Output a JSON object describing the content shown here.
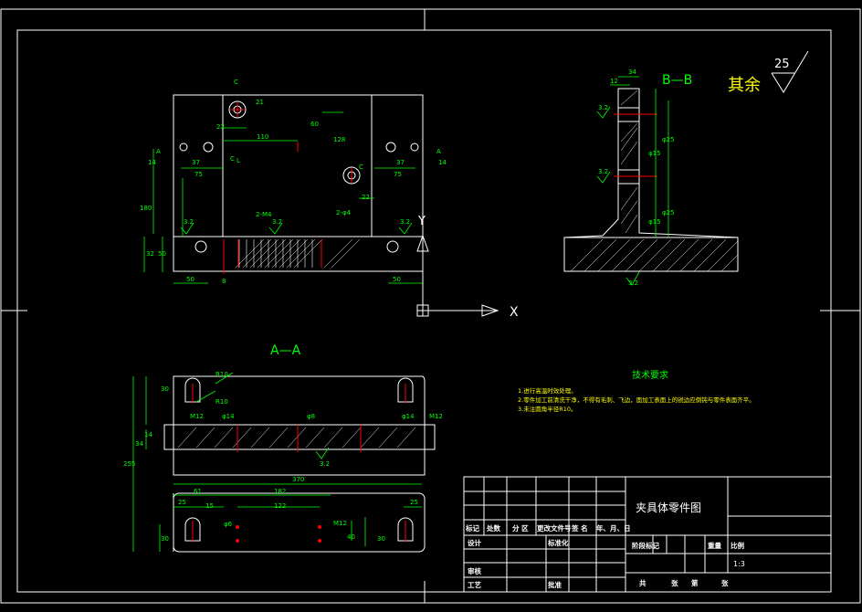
{
  "drawing": {
    "title": "夹具体零件图",
    "scale": "1:3",
    "section_aa_label": "A—A",
    "section_bb_label": "B—B",
    "roughness_rest_label": "其余",
    "roughness_rest_value": "25",
    "axis_x": "X",
    "axis_y": "Y"
  },
  "tech_requirements": {
    "heading": "技术要求",
    "lines": [
      "1.进行高温时效处理。",
      "2.零件加工前清洗干净，不得有毛刺、飞边，面加工表面上的锐边应倒钝与零件表面齐平。",
      "3.未注圆角半径R10。"
    ]
  },
  "title_block": {
    "row_labels": [
      "标记",
      "处数",
      "分 区",
      "更改文件号",
      "签 名",
      "年、月、日"
    ],
    "design": "设计",
    "standardize": "标准化",
    "review": "审核",
    "process": "工艺",
    "approve": "批准",
    "stage_mark": "阶段标记",
    "weight": "重量",
    "ratio": "比例",
    "sheet_total": "共",
    "sheet_label": "张",
    "sheet_no": "第",
    "sheet_label2": "张"
  },
  "dims": {
    "top_view": [
      "21",
      "22",
      "110",
      "60",
      "128",
      "37",
      "75",
      "14",
      "37",
      "75",
      "14",
      "22",
      "180",
      "32",
      "50",
      "50",
      "50",
      "8",
      "3.2",
      "3.2",
      "3.2",
      "2-M4",
      "2-φ4",
      "C",
      "C",
      "C",
      "L",
      "A",
      "A"
    ],
    "bb_view": [
      "34",
      "12",
      "3.2",
      "3.2",
      "3.2",
      "φ25",
      "φ15",
      "φ15",
      "φ25"
    ],
    "aa_view": [
      "R10",
      "R10",
      "30",
      "M12",
      "φ14",
      "φ8",
      "φ14",
      "M12",
      "14",
      "34",
      "255",
      "370",
      "3.2",
      "61",
      "182",
      "25",
      "15",
      "122",
      "25",
      "40",
      "30",
      "30",
      "M12",
      "φ6"
    ]
  }
}
